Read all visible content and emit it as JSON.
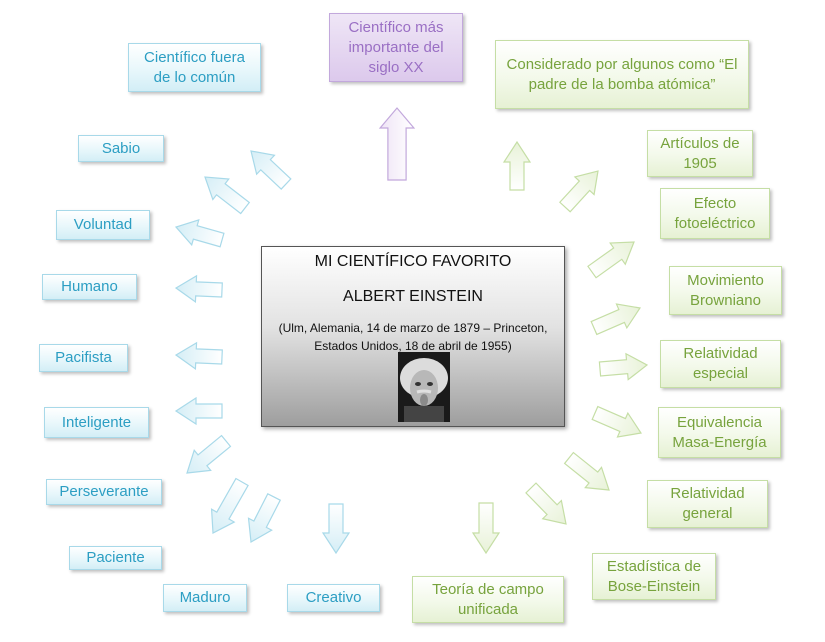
{
  "center": {
    "title": "MI CIENTÍFICO FAVORITO",
    "name": "ALBERT EINSTEIN",
    "details": "(Ulm, Alemania, 14 de marzo de 1879 – Princeton, Estados Unidos, 18 de abril de 1955)"
  },
  "top": {
    "label": "Científico más importante del siglo XX"
  },
  "left_nodes": [
    "Científico fuera de lo común",
    "Sabio",
    "Voluntad",
    "Humano",
    "Pacifista",
    "Inteligente",
    "Perseverante",
    "Paciente",
    "Maduro",
    "Creativo"
  ],
  "right_nodes": [
    "Considerado por algunos como “El padre de la bomba atómica”",
    "Artículos de 1905",
    "Efecto fotoeléctrico",
    "Movimiento Browniano",
    "Relatividad especial",
    "Equivalencia Masa-Energía",
    "Relatividad general",
    "Estadística de Bose-Einstein",
    "Teoría de campo unificada"
  ],
  "colors": {
    "blue_text": "#2c9ec3",
    "green_text": "#77a33d",
    "purple_text": "#9a6fc4"
  }
}
